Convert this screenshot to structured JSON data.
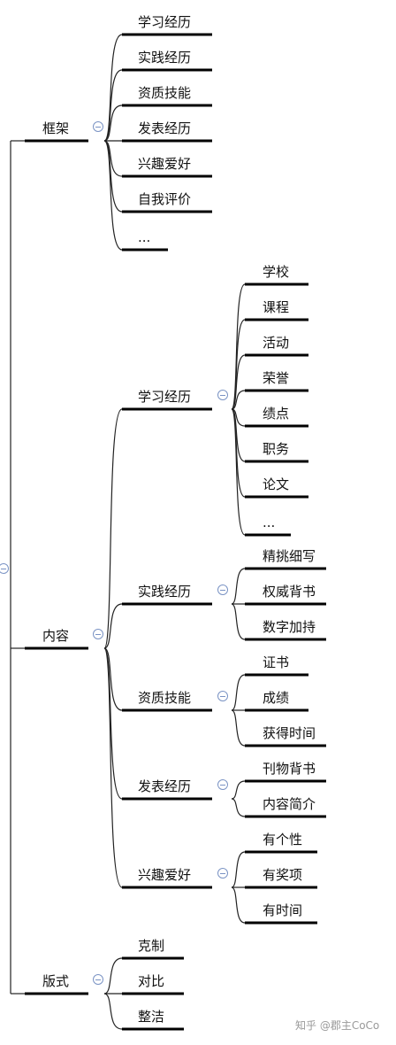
{
  "mindmap": {
    "branches": [
      {
        "label": "框架",
        "children": [
          {
            "label": "学习经历"
          },
          {
            "label": "实践经历"
          },
          {
            "label": "资质技能"
          },
          {
            "label": "发表经历"
          },
          {
            "label": "兴趣爱好"
          },
          {
            "label": "自我评价"
          },
          {
            "label": "..."
          }
        ]
      },
      {
        "label": "内容",
        "children": [
          {
            "label": "学习经历",
            "children": [
              "学校",
              "课程",
              "活动",
              "荣誉",
              "绩点",
              "职务",
              "论文",
              "..."
            ]
          },
          {
            "label": "实践经历",
            "children": [
              "精挑细写",
              "权威背书",
              "数字加持"
            ]
          },
          {
            "label": "资质技能",
            "children": [
              "证书",
              "成绩",
              "获得时间"
            ]
          },
          {
            "label": "发表经历",
            "children": [
              "刊物背书",
              "内容简介"
            ]
          },
          {
            "label": "兴趣爱好",
            "children": [
              "有个性",
              "有奖项",
              "有时间"
            ]
          }
        ]
      },
      {
        "label": "版式",
        "children": [
          {
            "label": "克制"
          },
          {
            "label": "对比"
          },
          {
            "label": "整洁"
          }
        ]
      }
    ]
  },
  "watermark": "知乎 @郡主CoCo",
  "colors": {
    "line": "#222222",
    "underline": "#000000",
    "collapse_icon": "#7a93c4"
  }
}
